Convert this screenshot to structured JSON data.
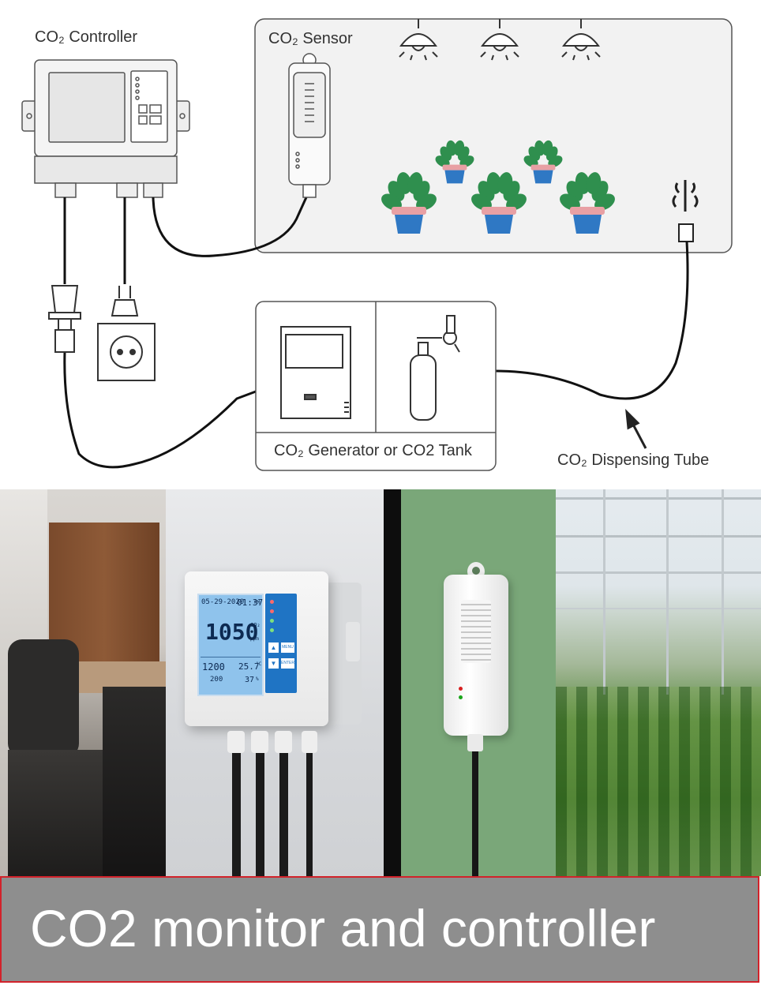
{
  "diagram": {
    "controller_label": "CO₂ Controller",
    "sensor_label": "CO₂ Sensor",
    "generator_label": "CO₂ Generator or CO2 Tank",
    "tube_label": "CO₂ Dispensing Tube"
  },
  "photos": {
    "controller_display": {
      "date": "05-29-2020",
      "time": "01:37",
      "time_suffix": "PM",
      "co2_value": "1050",
      "co2_unit_top": "CO₂",
      "co2_unit_bottom": "ppm",
      "setpoint_high": "1200",
      "setpoint_low": "200",
      "temperature": "25.7",
      "temperature_unit": "°C",
      "humidity": "37",
      "humidity_unit": "%",
      "btn_menu": "MENU",
      "btn_enter": "ENTER"
    }
  },
  "banner": {
    "title": "CO2 monitor and controller"
  },
  "colors": {
    "banner_bg": "#8e8e8e",
    "banner_border": "#d2222a",
    "lcd_blue": "#8fc3ec",
    "plant_pot": "#2f78c4",
    "plant_leaf": "#2f8f4e",
    "sensor_wall_green": "#7aa779"
  },
  "icons": [
    "lamp-icon",
    "plant-icon",
    "plug-icon",
    "socket-icon",
    "gas-tank-icon",
    "co2-generator-icon",
    "dispenser-icon",
    "arrow-icon"
  ]
}
